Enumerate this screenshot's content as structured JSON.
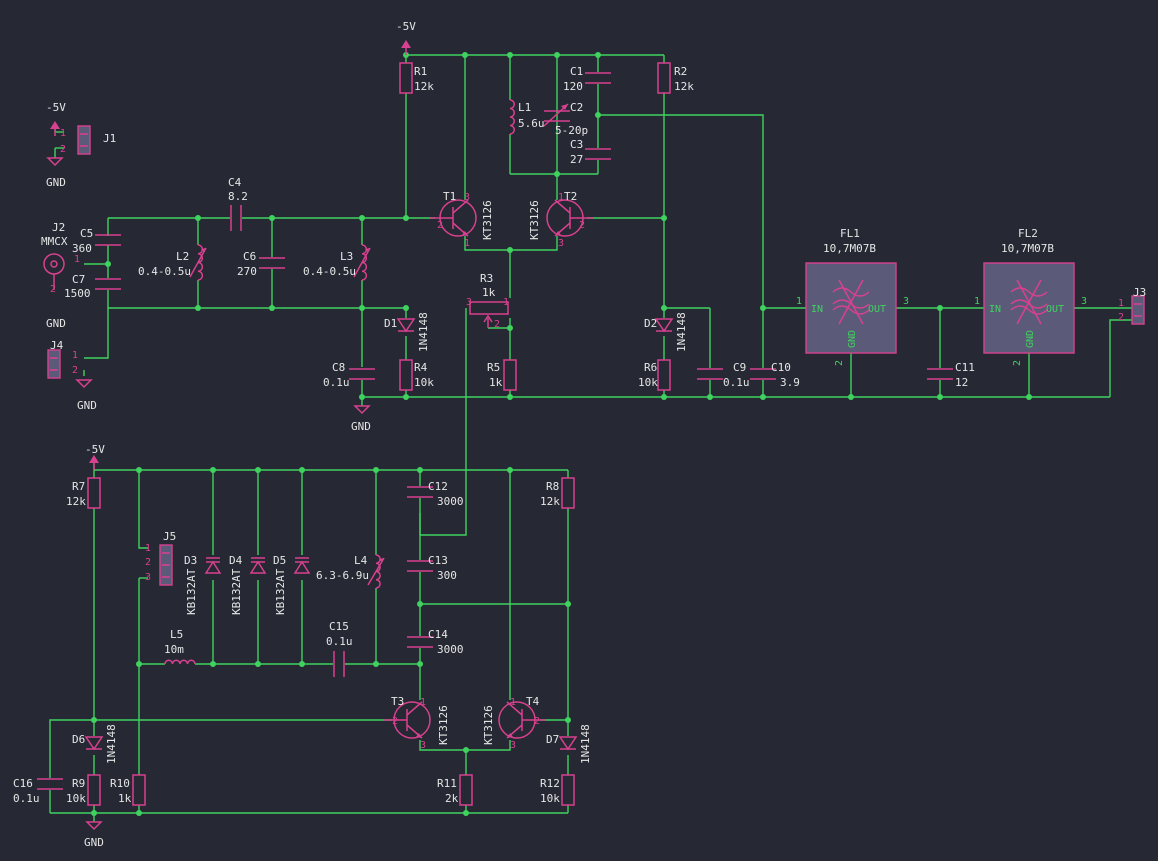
{
  "power": {
    "neg5": "-5V",
    "gnd": "GND"
  },
  "connectors": {
    "J1": {
      "ref": "J1",
      "pins": [
        "1",
        "2"
      ]
    },
    "J2": {
      "ref": "J2",
      "value": "MMCX",
      "pins": [
        "1",
        "2"
      ]
    },
    "J3": {
      "ref": "J3",
      "pins": [
        "1",
        "2"
      ]
    },
    "J4": {
      "ref": "J4",
      "pins": [
        "1",
        "2"
      ]
    },
    "J5": {
      "ref": "J5",
      "pins": [
        "1",
        "2",
        "3"
      ]
    }
  },
  "resistors": [
    {
      "ref": "R1",
      "value": "12k"
    },
    {
      "ref": "R2",
      "value": "12k"
    },
    {
      "ref": "R3",
      "value": "1k"
    },
    {
      "ref": "R4",
      "value": "10k"
    },
    {
      "ref": "R5",
      "value": "1k"
    },
    {
      "ref": "R6",
      "value": "10k"
    },
    {
      "ref": "R7",
      "value": "12k"
    },
    {
      "ref": "R8",
      "value": "12k"
    },
    {
      "ref": "R9",
      "value": "10k"
    },
    {
      "ref": "R10",
      "value": "1k"
    },
    {
      "ref": "R11",
      "value": "2k"
    },
    {
      "ref": "R12",
      "value": "10k"
    }
  ],
  "capacitors": [
    {
      "ref": "C1",
      "value": "120"
    },
    {
      "ref": "C2",
      "value": "5-20p"
    },
    {
      "ref": "C3",
      "value": "27"
    },
    {
      "ref": "C4",
      "value": "8.2"
    },
    {
      "ref": "C5",
      "value": "360"
    },
    {
      "ref": "C6",
      "value": "270"
    },
    {
      "ref": "C7",
      "value": "1500"
    },
    {
      "ref": "C8",
      "value": "0.1u"
    },
    {
      "ref": "C9",
      "value": "0.1u"
    },
    {
      "ref": "C10",
      "value": "3.9"
    },
    {
      "ref": "C11",
      "value": "12"
    },
    {
      "ref": "C12",
      "value": "3000"
    },
    {
      "ref": "C13",
      "value": "300"
    },
    {
      "ref": "C14",
      "value": "3000"
    },
    {
      "ref": "C15",
      "value": "0.1u"
    },
    {
      "ref": "C16",
      "value": "0.1u"
    }
  ],
  "inductors": [
    {
      "ref": "L1",
      "value": "5.6u"
    },
    {
      "ref": "L2",
      "value": "0.4-0.5u"
    },
    {
      "ref": "L3",
      "value": "0.4-0.5u"
    },
    {
      "ref": "L4",
      "value": "6.3-6.9u"
    },
    {
      "ref": "L5",
      "value": "10m"
    }
  ],
  "diodes": [
    {
      "ref": "D1",
      "value": "1N4148"
    },
    {
      "ref": "D2",
      "value": "1N4148"
    },
    {
      "ref": "D3",
      "value": "KB132AT"
    },
    {
      "ref": "D4",
      "value": "KB132AT"
    },
    {
      "ref": "D5",
      "value": "KB132AT"
    },
    {
      "ref": "D6",
      "value": "1N4148"
    },
    {
      "ref": "D7",
      "value": "1N4148"
    }
  ],
  "transistors": [
    {
      "ref": "T1",
      "value": "KT3126"
    },
    {
      "ref": "T2",
      "value": "KT3126"
    },
    {
      "ref": "T3",
      "value": "KT3126"
    },
    {
      "ref": "T4",
      "value": "KT3126"
    }
  ],
  "filters": [
    {
      "ref": "FL1",
      "value": "10,7M07B",
      "in": "IN",
      "out": "OUT",
      "gnd": "GND",
      "pin_in": "1",
      "pin_out": "3",
      "pin_gnd": "2"
    },
    {
      "ref": "FL2",
      "value": "10,7M07B",
      "in": "IN",
      "out": "OUT",
      "gnd": "GND",
      "pin_in": "1",
      "pin_out": "3",
      "pin_gnd": "2"
    }
  ],
  "pin_labels": {
    "p1": "1",
    "p2": "2",
    "p3": "3"
  },
  "colors": {
    "background": "#262833",
    "wire": "#3fd25f",
    "component": "#d8418f",
    "text": "#e6e6e6",
    "body_fill": "#5c5a79"
  }
}
